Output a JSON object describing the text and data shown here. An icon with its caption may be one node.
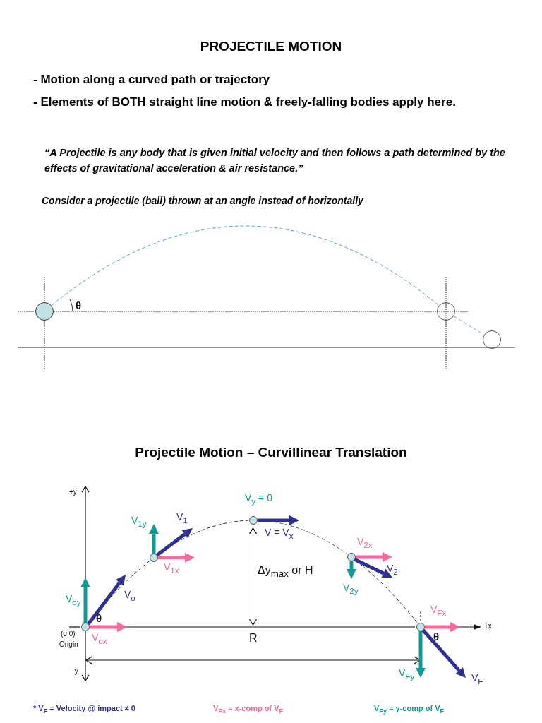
{
  "diagram": {
    "title": "PROJECTILE MOTION",
    "nodes": [
      {
        "text": [],
        "shape": "circle"
      },
      {
        "text": [],
        "shape": "circle"
      },
      {
        "text": [],
        "shape": "circle"
      },
      {
        "text": [],
        "shape": "circle"
      },
      {
        "text": [],
        "shape": "circle"
      },
      {
        "text": [],
        "shape": "circle"
      },
      {
        "text": [],
        "shape": "circle"
      },
      {
        "text": [],
        "shape": "circle"
      }
    ],
    "edges": [
      {
        "from": 0,
        "to": 1,
        "arrow": "none",
        "style": "dashed",
        "color": "#5b9bd5"
      },
      {
        "from": 1,
        "to": 2,
        "arrow": "none",
        "style": "dashed",
        "color": "#5b9bd5"
      },
      {
        "from": 3,
        "to": 4,
        "arrow": "none",
        "style": "dashed"
      },
      {
        "from": 4,
        "to": 5,
        "arrow": "none",
        "style": "dashed"
      },
      {
        "from": 5,
        "to": 6,
        "arrow": "none",
        "style": "dashed"
      },
      {
        "from": 6,
        "to": 7,
        "arrow": "none",
        "style": "dashed"
      }
    ],
    "labels": [
      "- Motion along a curved path or trajectory",
      "- Elements of BOTH straight line motion & freely-falling bodies apply here.",
      "“A Projectile is any body that is given initial velocity and then follows a path determined by the effects of gravitational acceleration & air resistance.”",
      "Consider a projectile (ball)  thrown at an angle instead of horizontally",
      "θ",
      "Projectile Motion – Curvillinear Translation",
      "+y",
      "V$_{y}$ = 0",
      "V$_{1y}$",
      "V$_{1}$",
      "V = V$_{x}$",
      "V$_{2x}$",
      "V$_{1x}$",
      "Δy$_{max}$ or H",
      "V$_{2}$",
      "V$_{oy}$",
      "V$_{o}$",
      "V$_{2y}$",
      "V$_{Fx}$",
      "θ",
      "θ",
      "+x",
      "(0,0)",
      "Origin",
      "V$_{ox}$",
      "R",
      "−y",
      "V$_{Fy}$",
      "V$_{F}$",
      "* V$_{F}$ = Velocity @ impact ≠ 0",
      "V$_{Fx}$ = x-comp of V$_{F}$",
      "V$_{Fy}$ = y-comp of V$_{F}$"
    ]
  }
}
